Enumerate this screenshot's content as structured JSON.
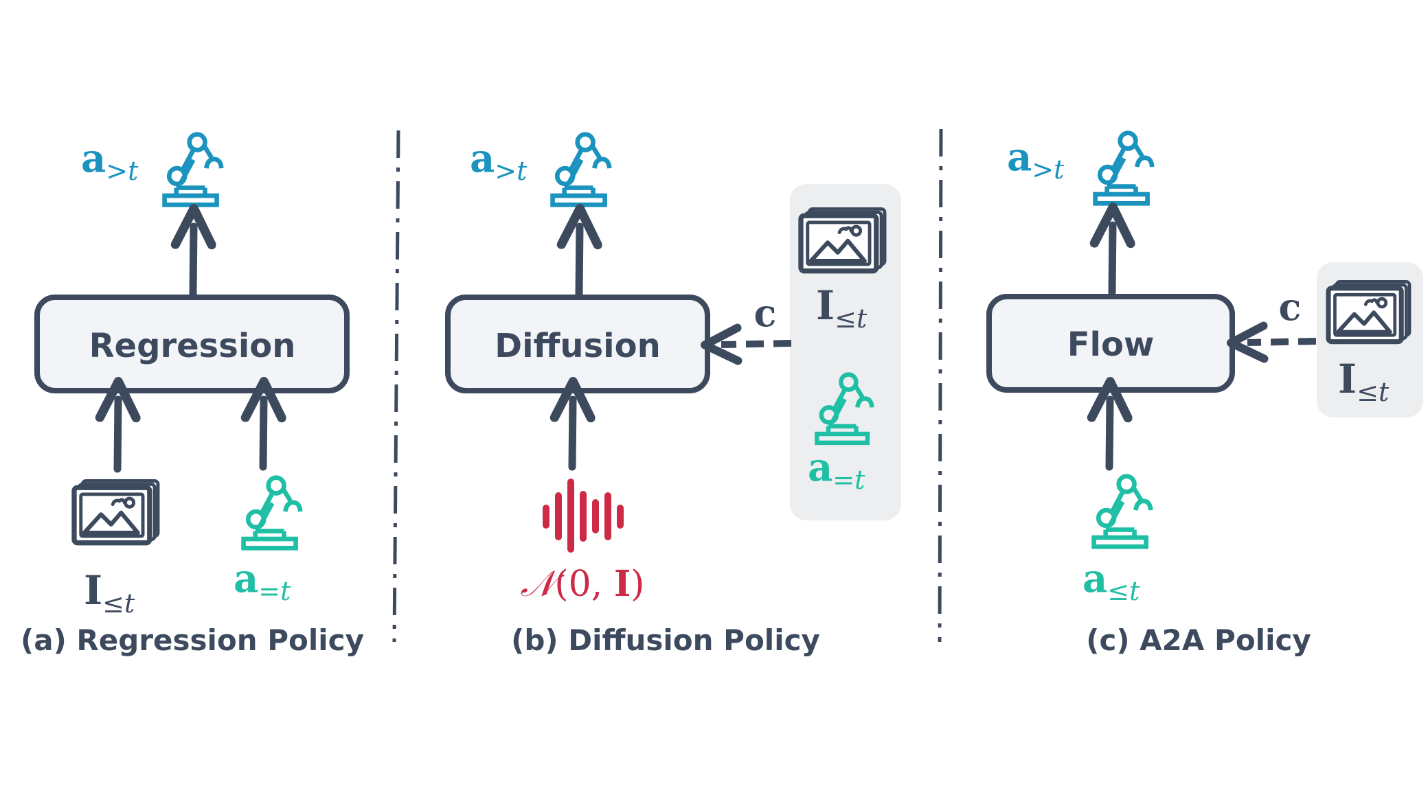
{
  "panels": [
    {
      "id": "a",
      "box_label": "Regression",
      "caption": "(a) Regression Policy",
      "output_symbol": {
        "base": "a",
        "sub": ">t"
      },
      "inputs": [
        {
          "icon": "image-stack-icon",
          "symbol": {
            "base": "I",
            "sub": "≤t"
          }
        },
        {
          "icon": "robot-arm-icon",
          "symbol": {
            "base": "a",
            "sub": "=t"
          }
        }
      ]
    },
    {
      "id": "b",
      "box_label": "Diffusion",
      "caption": "(b) Diffusion Policy",
      "output_symbol": {
        "base": "a",
        "sub": ">t"
      },
      "noise": {
        "icon": "noise-waveform-icon",
        "label_script": "𝒩",
        "label_rest": "(0, ",
        "label_bold": "I",
        "label_end": ")"
      },
      "condition": {
        "label": "c",
        "items": [
          {
            "icon": "image-stack-icon",
            "symbol": {
              "base": "I",
              "sub": "≤t"
            }
          },
          {
            "icon": "robot-arm-icon",
            "symbol": {
              "base": "a",
              "sub": "=t"
            }
          }
        ]
      }
    },
    {
      "id": "c",
      "box_label": "Flow",
      "caption": "(c) A2A Policy",
      "output_symbol": {
        "base": "a",
        "sub": ">t"
      },
      "inputs": [
        {
          "icon": "robot-arm-icon",
          "symbol": {
            "base": "a",
            "sub": "≤t"
          }
        }
      ],
      "condition": {
        "label": "c",
        "items": [
          {
            "icon": "image-stack-icon",
            "symbol": {
              "base": "I",
              "sub": "≤t"
            }
          }
        ]
      }
    }
  ],
  "colors": {
    "dark": "#3d4a5e",
    "box_fill": "#f3f4f7",
    "blue_robot": "#1a93bf",
    "teal_robot": "#1fbfa5",
    "noise_red": "#cc2a47",
    "cond_panel": "#eceef0"
  }
}
